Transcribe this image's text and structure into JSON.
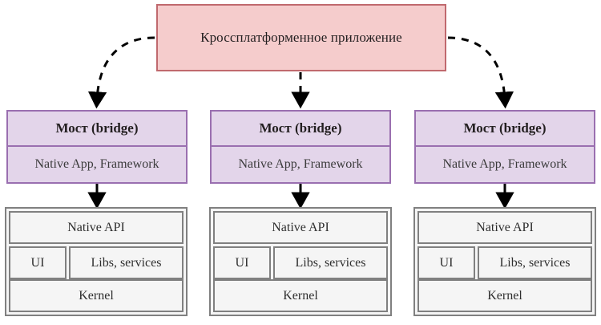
{
  "diagram": {
    "title_box": {
      "label": "Кроссплатформенное приложение",
      "fill": "#f5cccc",
      "border": "#c0696e"
    },
    "bridge_fill": "#e3d5ea",
    "bridge_border": "#9a6fb0",
    "stack_fill": "#f5f5f5",
    "stack_border": "#808080",
    "arrow_color": "#000000",
    "columns": [
      {
        "bridge_title": "Мост (bridge)",
        "bridge_subtitle": "Native App, Framework",
        "stack": {
          "api": "Native API",
          "ui": "UI",
          "libs": "Libs, services",
          "kernel": "Kernel"
        }
      },
      {
        "bridge_title": "Мост (bridge)",
        "bridge_subtitle": "Native App, Framework",
        "stack": {
          "api": "Native API",
          "ui": "UI",
          "libs": "Libs, services",
          "kernel": "Kernel"
        }
      },
      {
        "bridge_title": "Мост (bridge)",
        "bridge_subtitle": "Native App, Framework",
        "stack": {
          "api": "Native API",
          "ui": "UI",
          "libs": "Libs, services",
          "kernel": "Kernel"
        }
      }
    ]
  }
}
